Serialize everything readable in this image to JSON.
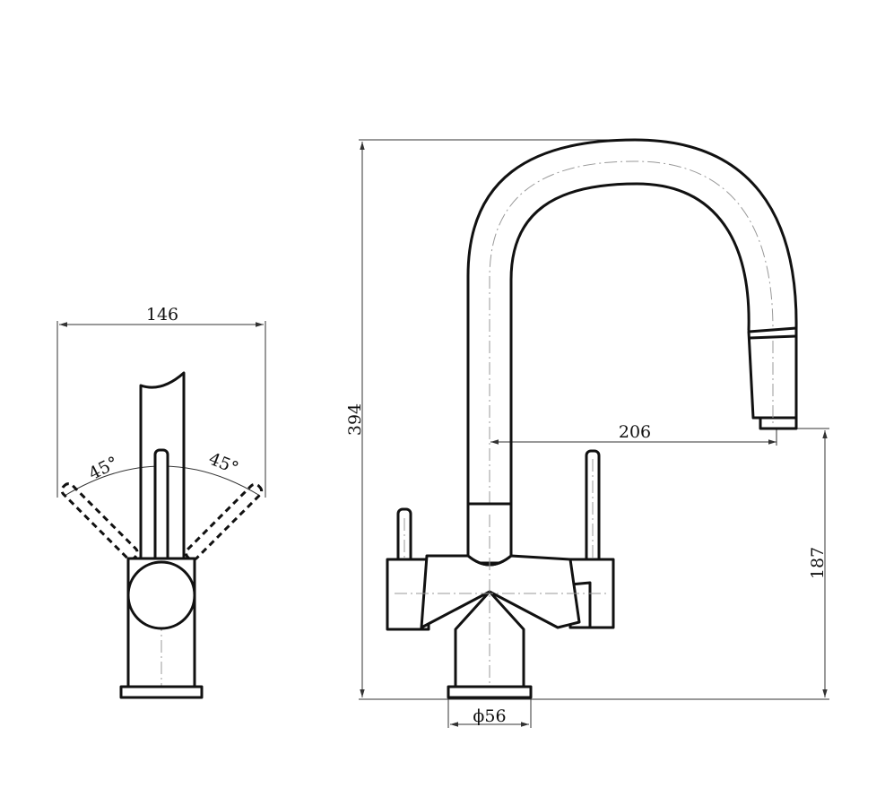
{
  "dimensions": {
    "side_width": "146",
    "angle_left": "45°",
    "angle_right": "45°",
    "total_height": "394",
    "spout_reach": "206",
    "spout_height": "187",
    "base_diameter": "ϕ56"
  }
}
